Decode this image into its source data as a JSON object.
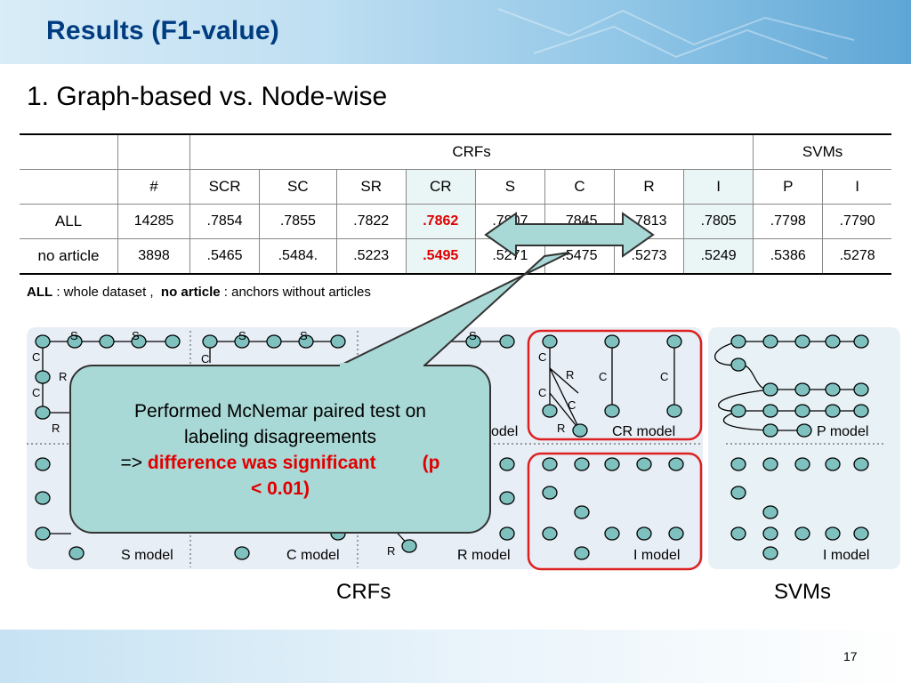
{
  "slide": {
    "title": "Results (F1-value)",
    "subtitle": "1. Graph-based vs. Node-wise",
    "page_number": "17"
  },
  "table": {
    "group_headers": {
      "crfs": "CRFs",
      "svms": "SVMs"
    },
    "column_headers": [
      "#",
      "SCR",
      "SC",
      "SR",
      "CR",
      "S",
      "C",
      "R",
      "I",
      "P",
      "I"
    ],
    "rows": [
      {
        "label": "ALL",
        "cells": [
          "14285",
          ".7854",
          ".7855",
          ".7822",
          ".7862",
          ".7807",
          ".7845",
          ".7813",
          ".7805",
          ".7798",
          ".7790"
        ]
      },
      {
        "label": "no article",
        "cells": [
          "3898",
          ".5465",
          ".5484.",
          ".5223",
          ".5495",
          ".5271",
          ".5475",
          ".5273",
          ".5249",
          ".5386",
          ".5278"
        ]
      }
    ]
  },
  "legend": {
    "all_term": "ALL",
    "all_desc": " : whole dataset ,",
    "noart_term": "no article",
    "noart_desc": " : anchors without articles"
  },
  "callout": {
    "line1": "Performed McNemar paired test on",
    "line2": "labeling disagreements",
    "prefix": "=> ",
    "highlight": "difference was significant",
    "suffix_a": "(p",
    "suffix_b": "< 0.01)"
  },
  "graphs": {
    "node_letters": {
      "s": "S",
      "c": "C",
      "r": "R"
    },
    "model_labels": {
      "s_model": "S model",
      "c_model": "C model",
      "r_model": "R model",
      "i_model_crf": "I model",
      "scr_model_partial": "odel",
      "cr_model": "CR model",
      "p_model": "P model",
      "i_model_svm": "I model"
    },
    "group_labels": {
      "crfs": "CRFs",
      "svms": "SVMs"
    }
  },
  "colors": {
    "title": "#003d80",
    "highlight_red": "#e00000",
    "node_fill": "#7fc1bf",
    "box_red": "#dd2020",
    "callout_fill": "#a9d9d6"
  }
}
